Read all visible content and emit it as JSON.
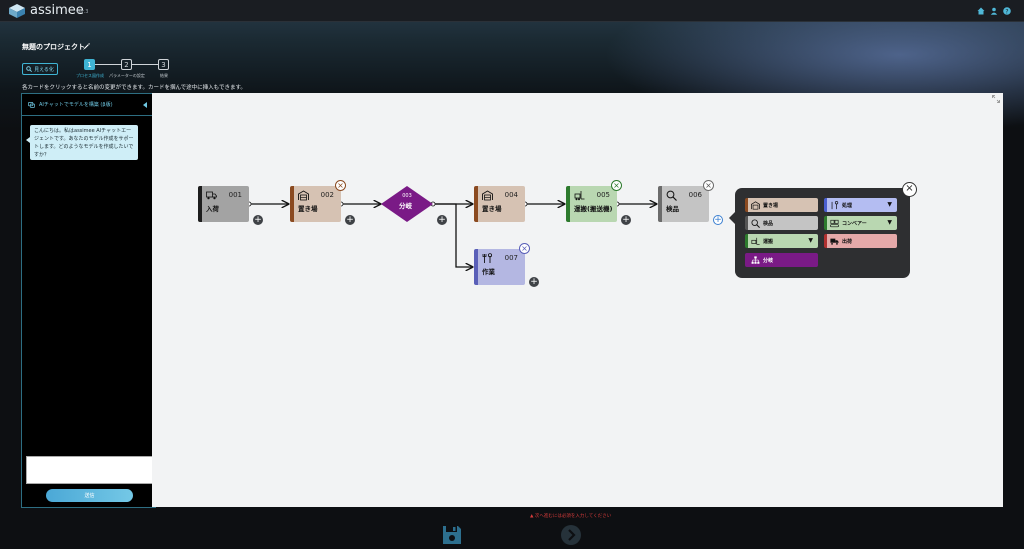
{
  "app": {
    "brand": "assimee",
    "version": "ver.3"
  },
  "project": {
    "title": "無題のプロジェクト"
  },
  "toolbar": {
    "see_button": "見える化"
  },
  "steps": [
    {
      "number": "1",
      "label": "プロセス図作成"
    },
    {
      "number": "2",
      "label": "パラメーターの設定"
    },
    {
      "number": "3",
      "label": "結果"
    }
  ],
  "hint": "各カードをクリックすると名前の変更ができます。カードを掴んで途中に挿入もできます。",
  "chat": {
    "header": "AIチャットでモデルを構築 (β版)",
    "message": "こんにちは。私はassimee AIチャットエージェントです。あなたのモデル作成をサポートします。どのようなモデルを作成したいですか？",
    "input_placeholder": "",
    "send": "送信"
  },
  "cards": [
    {
      "id": "001",
      "name": "入荷",
      "color": "#a3a3a3",
      "accent": "#1d1d1d",
      "icon": "truck-icon"
    },
    {
      "id": "002",
      "name": "置き場",
      "color": "#d6c2b3",
      "accent": "#8b4a20",
      "icon": "warehouse-icon"
    },
    {
      "id": "004",
      "name": "置き場",
      "color": "#d6c2b3",
      "accent": "#8b4a20",
      "icon": "warehouse-icon"
    },
    {
      "id": "005",
      "name": "運搬(搬送機)",
      "color": "#b9d7b1",
      "accent": "#2d7a2d",
      "icon": "forklift-icon"
    },
    {
      "id": "006",
      "name": "検品",
      "color": "#c4c4c4",
      "accent": "#6b6b6b",
      "icon": "magnifier-icon"
    },
    {
      "id": "007",
      "name": "作業",
      "color": "#b4b7e2",
      "accent": "#5a5fb8",
      "icon": "tools-icon"
    }
  ],
  "branch": {
    "id": "003",
    "name": "分岐",
    "color": "#7a1a86"
  },
  "palette": [
    {
      "label": "置き場",
      "color": "#d6c2b3",
      "accent": "#8b4a20",
      "icon": "warehouse-icon",
      "dropdown": false
    },
    {
      "label": "処理",
      "color": "#b4bdf2",
      "accent": "#4a5fd0",
      "icon": "tools-icon",
      "dropdown": true
    },
    {
      "label": "検品",
      "color": "#c4c4c4",
      "accent": "#555555",
      "icon": "magnifier-icon",
      "dropdown": false
    },
    {
      "label": "コンベアー",
      "color": "#b9d7b1",
      "accent": "#2d7a2d",
      "icon": "conveyor-icon",
      "dropdown": true
    },
    {
      "label": "運搬",
      "color": "#b9d7b1",
      "accent": "#2d7a2d",
      "icon": "forklift-icon",
      "dropdown": true
    },
    {
      "label": "出荷",
      "color": "#e5a9a9",
      "accent": "#b03030",
      "icon": "truck-icon",
      "dropdown": false
    },
    {
      "label": "分岐",
      "color": "#7a1a86",
      "accent": "#7a1a86",
      "icon": "branch-icon",
      "dropdown": false
    }
  ],
  "footer": {
    "warning": "次へ進むには必須を入力してください"
  },
  "colors": {
    "accent": "#3fb4d4",
    "background": "#0d0f12"
  }
}
